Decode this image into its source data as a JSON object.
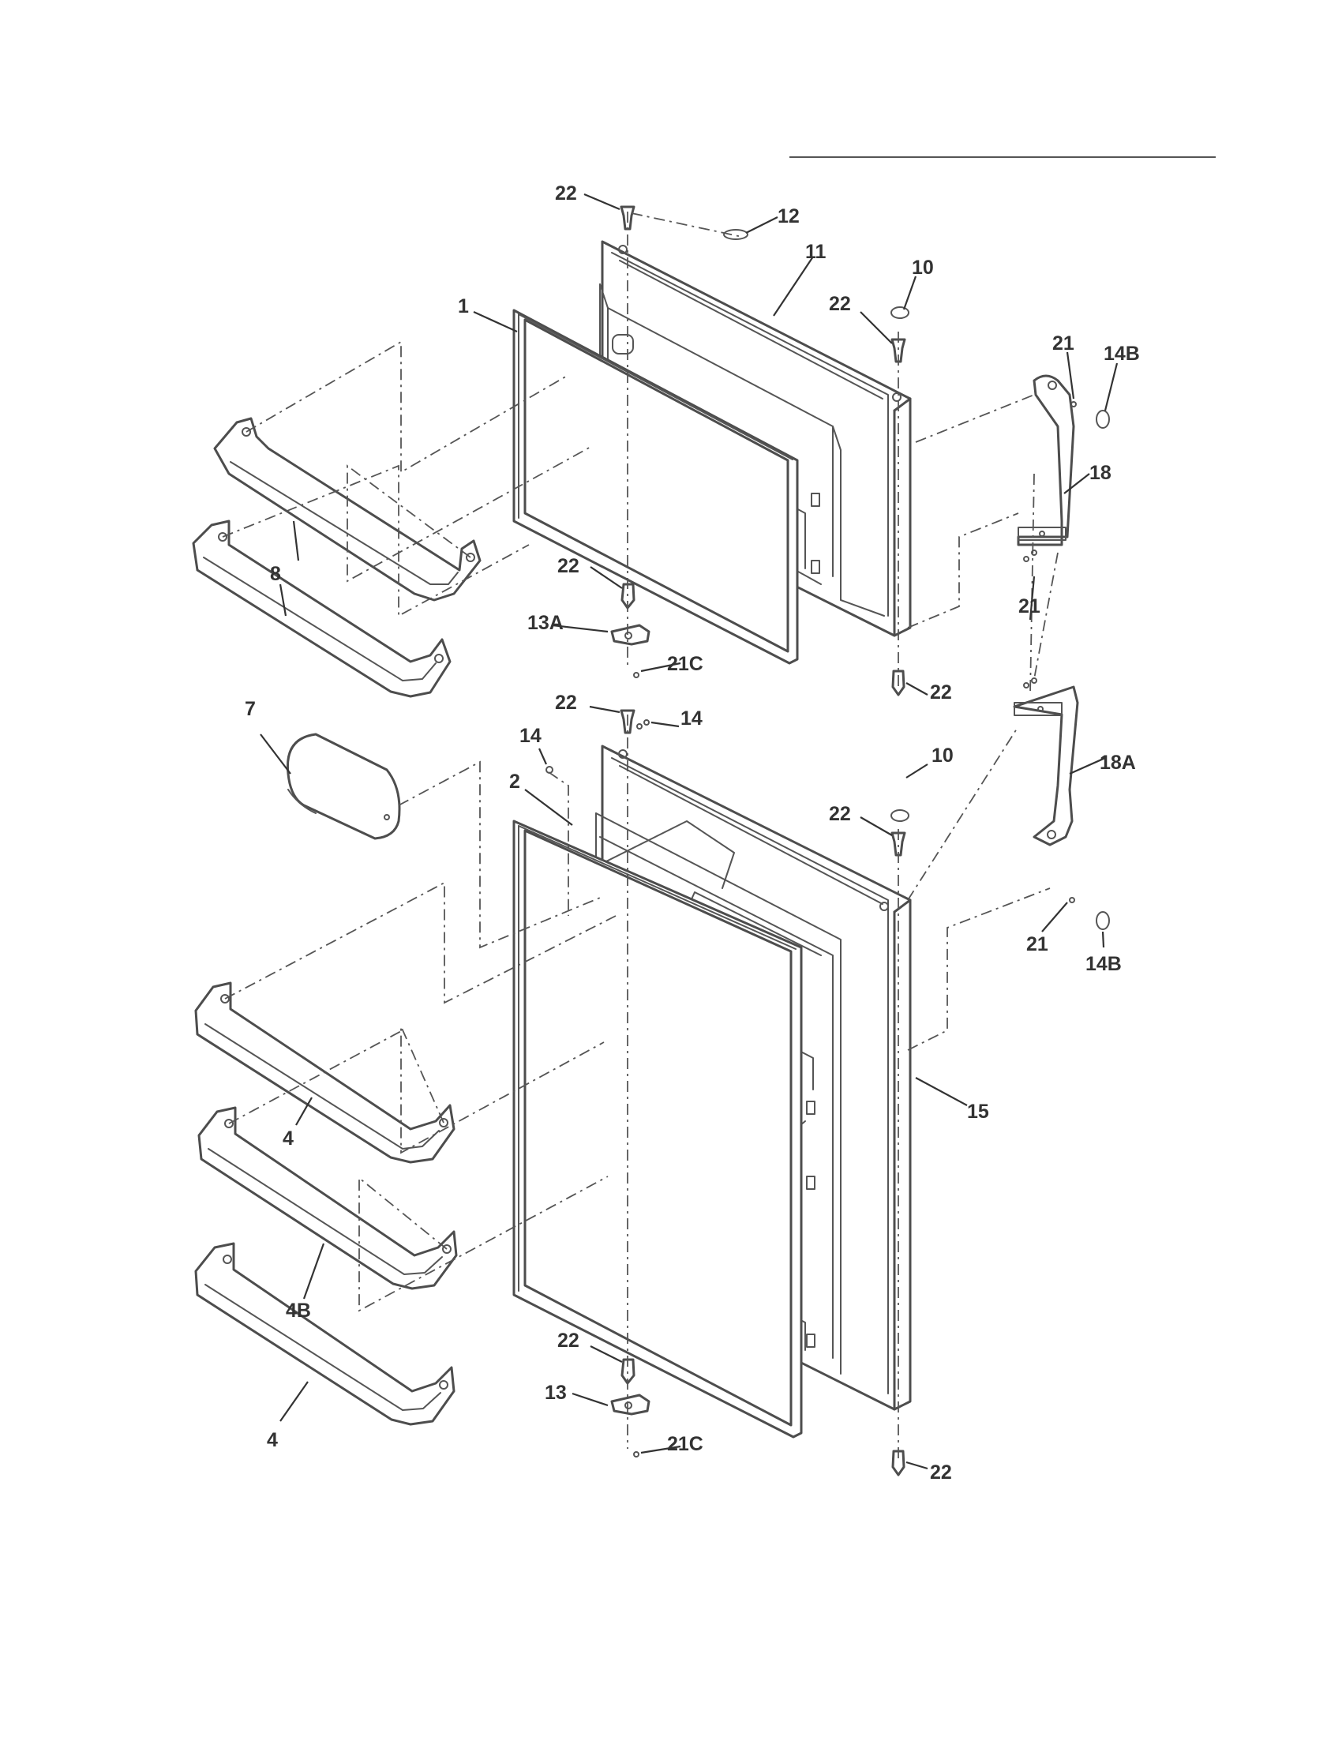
{
  "callouts": [
    {
      "id": "c22a",
      "text": "22"
    },
    {
      "id": "c12",
      "text": "12"
    },
    {
      "id": "c11",
      "text": "11"
    },
    {
      "id": "c10a",
      "text": "10"
    },
    {
      "id": "c22b",
      "text": "22"
    },
    {
      "id": "c1",
      "text": "1"
    },
    {
      "id": "c21a",
      "text": "21"
    },
    {
      "id": "c14Ba",
      "text": "14B"
    },
    {
      "id": "c18",
      "text": "18"
    },
    {
      "id": "c8",
      "text": "8"
    },
    {
      "id": "c22c",
      "text": "22"
    },
    {
      "id": "c21b",
      "text": "21"
    },
    {
      "id": "c13A",
      "text": "13A"
    },
    {
      "id": "c21Ca",
      "text": "21C"
    },
    {
      "id": "c22d",
      "text": "22"
    },
    {
      "id": "c7",
      "text": "7"
    },
    {
      "id": "c22e",
      "text": "22"
    },
    {
      "id": "c14a",
      "text": "14"
    },
    {
      "id": "c14b",
      "text": "14"
    },
    {
      "id": "c10b",
      "text": "10"
    },
    {
      "id": "c2",
      "text": "2"
    },
    {
      "id": "c22f",
      "text": "22"
    },
    {
      "id": "c18A",
      "text": "18A"
    },
    {
      "id": "c21c",
      "text": "21"
    },
    {
      "id": "c14Bb",
      "text": "14B"
    },
    {
      "id": "c15",
      "text": "15"
    },
    {
      "id": "c4a",
      "text": "4"
    },
    {
      "id": "c4B",
      "text": "4B"
    },
    {
      "id": "c22g",
      "text": "22"
    },
    {
      "id": "c13",
      "text": "13"
    },
    {
      "id": "c21Cb",
      "text": "21C"
    },
    {
      "id": "c4b",
      "text": "4"
    },
    {
      "id": "c22h",
      "text": "22"
    }
  ]
}
